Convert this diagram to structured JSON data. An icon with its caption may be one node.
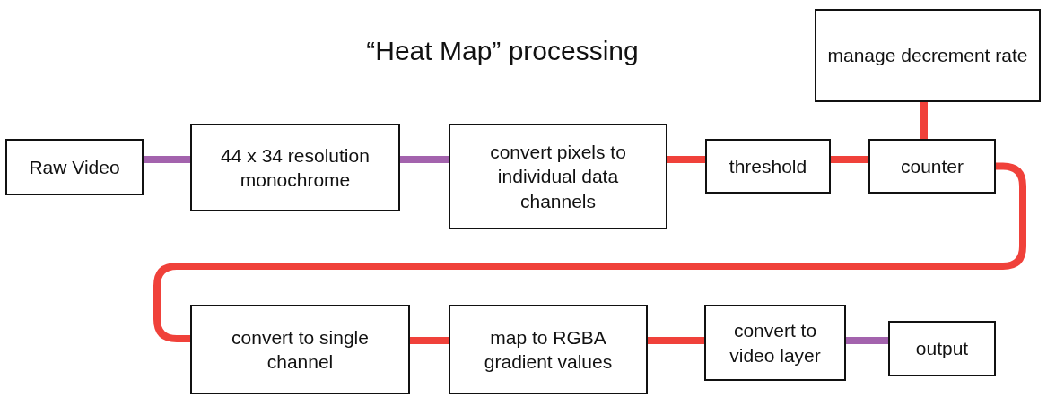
{
  "diagram": {
    "title": "“Heat Map” processing",
    "nodes": [
      {
        "text": [
          "Raw Video"
        ]
      },
      {
        "text": [
          "44 x 34 resolution monochrome"
        ]
      },
      {
        "text": [
          "convert pixels to individual data channels"
        ]
      },
      {
        "text": [
          "threshold"
        ]
      },
      {
        "text": [
          "counter"
        ]
      },
      {
        "text": [
          "manage decrement rate"
        ]
      },
      {
        "text": [
          "convert to single channel"
        ]
      },
      {
        "text": [
          "map to RGBA gradient values"
        ]
      },
      {
        "text": [
          "convert to video layer"
        ]
      },
      {
        "text": [
          "output"
        ]
      }
    ],
    "edges": [
      {
        "from": 0,
        "to": 1,
        "arrow": "none",
        "color": "#a363ad"
      },
      {
        "from": 1,
        "to": 2,
        "arrow": "none",
        "color": "#a363ad"
      },
      {
        "from": 2,
        "to": 3,
        "arrow": "none"
      },
      {
        "from": 3,
        "to": 4,
        "arrow": "none"
      },
      {
        "from": 5,
        "to": 4,
        "arrow": "none"
      },
      {
        "from": 4,
        "to": 6,
        "arrow": "none"
      },
      {
        "from": 6,
        "to": 7,
        "arrow": "none"
      },
      {
        "from": 7,
        "to": 8,
        "arrow": "none"
      },
      {
        "from": 8,
        "to": 9,
        "arrow": "none",
        "color": "#a363ad"
      }
    ]
  }
}
